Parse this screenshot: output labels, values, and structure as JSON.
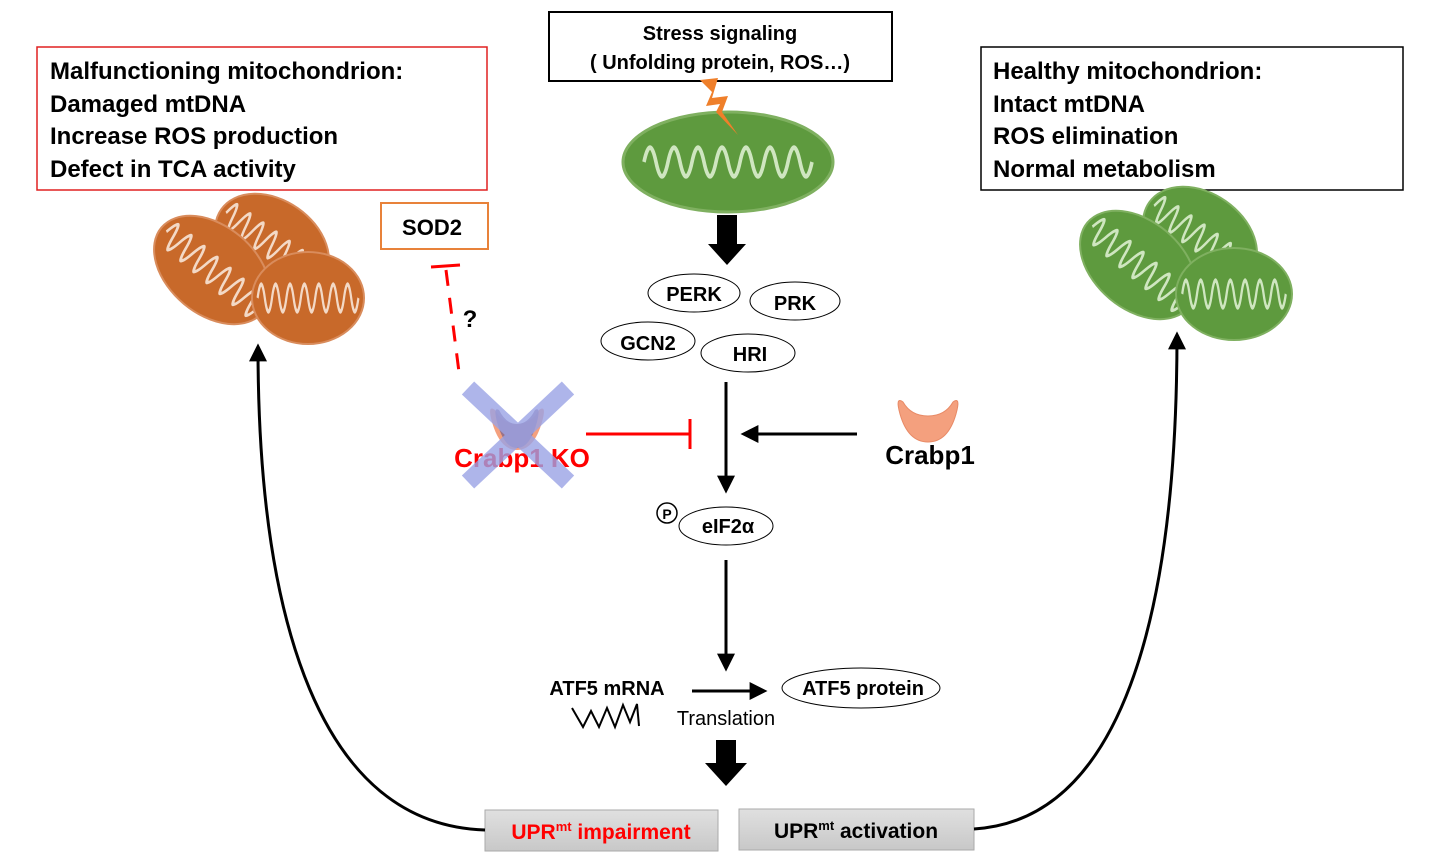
{
  "stress_box": {
    "line1": "Stress signaling",
    "line2": "( Unfolding protein, ROS…)"
  },
  "malfunction_box": {
    "title": "Malfunctioning mitochondrion:",
    "items": [
      "Damaged mtDNA",
      "Increase ROS production",
      "Defect in TCA activity"
    ],
    "border_color": "#e02020"
  },
  "healthy_box": {
    "title": "Healthy mitochondrion:",
    "items": [
      "Intact mtDNA",
      "ROS elimination",
      "Normal metabolism"
    ],
    "border_color": "#000000"
  },
  "sod2": {
    "label": "SOD2",
    "border_color": "#e8823a",
    "question": "?"
  },
  "kinases": [
    "PERK",
    "PRK",
    "GCN2",
    "HRI"
  ],
  "crabp1_ko": {
    "label": "Crabp1 KO",
    "color": "#ff0000"
  },
  "crabp1": {
    "label": "Crabp1"
  },
  "eif2a": {
    "label": "eIF2α",
    "phospho": "P"
  },
  "atf5": {
    "mrna": "ATF5 mRNA",
    "protein": "ATF5 protein",
    "translation": "Translation"
  },
  "upr_impairment": {
    "prefix": "UPR",
    "sup": "mt",
    "suffix": " impairment",
    "color": "#ff0000"
  },
  "upr_activation": {
    "prefix": "UPR",
    "sup": "mt",
    "suffix": " activation"
  },
  "colors": {
    "damaged_mito": "#c8692a",
    "healthy_mito": "#5e9a3e",
    "bolt": "#ef7f2a",
    "crabp1_protein": "#f4a07e",
    "ko_cross": "#9aa3e6",
    "upr_box": "#d4d4d4"
  }
}
